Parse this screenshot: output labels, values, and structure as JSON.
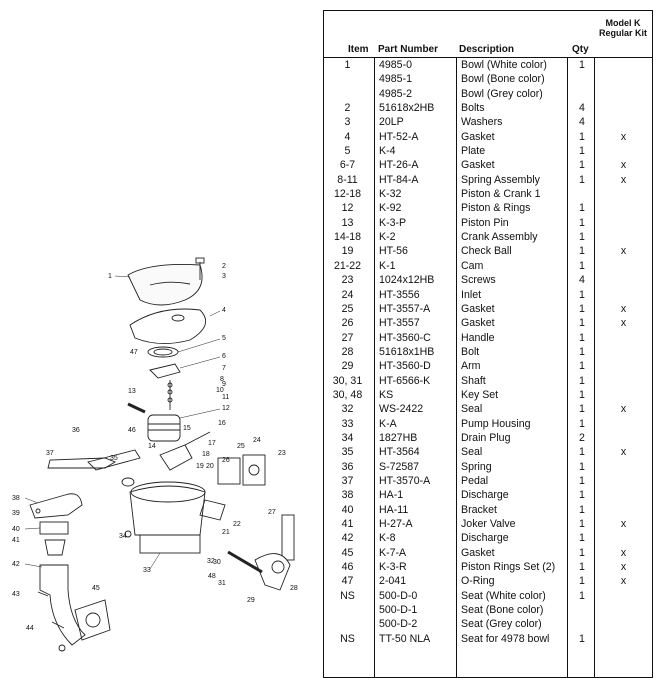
{
  "diagram": {
    "labels": [
      "1",
      "2",
      "3",
      "4",
      "5",
      "47",
      "6",
      "7",
      "8",
      "9",
      "10",
      "11",
      "12",
      "13",
      "46",
      "14",
      "15",
      "16",
      "17",
      "18",
      "19",
      "20",
      "21",
      "22",
      "23",
      "24",
      "25",
      "26",
      "27",
      "28",
      "29",
      "30",
      "31",
      "32",
      "33",
      "34",
      "35",
      "36",
      "37",
      "38",
      "39",
      "40",
      "41",
      "42",
      "43",
      "44",
      "45",
      "48"
    ]
  },
  "table": {
    "headers": {
      "item": "Item",
      "part_number": "Part Number",
      "description": "Description",
      "qty": "Qty",
      "kit": "Model K Regular Kit"
    },
    "rows": [
      {
        "item": "1",
        "part": "4985-0",
        "desc": "Bowl (White color)",
        "qty": "1",
        "kit": ""
      },
      {
        "item": "",
        "part": "4985-1",
        "desc": "Bowl (Bone color)",
        "qty": "",
        "kit": ""
      },
      {
        "item": "",
        "part": "4985-2",
        "desc": "Bowl (Grey color)",
        "qty": "",
        "kit": ""
      },
      {
        "item": "2",
        "part": "51618x2HB",
        "desc": "Bolts",
        "qty": "4",
        "kit": ""
      },
      {
        "item": "3",
        "part": "20LP",
        "desc": "Washers",
        "qty": "4",
        "kit": ""
      },
      {
        "item": "4",
        "part": "HT-52-A",
        "desc": "Gasket",
        "qty": "1",
        "kit": "x"
      },
      {
        "item": "5",
        "part": "K-4",
        "desc": "Plate",
        "qty": "1",
        "kit": ""
      },
      {
        "item": "6-7",
        "part": "HT-26-A",
        "desc": "Gasket",
        "qty": "1",
        "kit": "x"
      },
      {
        "item": "8-11",
        "part": "HT-84-A",
        "desc": "Spring Assembly",
        "qty": "1",
        "kit": "x"
      },
      {
        "item": "12-18",
        "part": "K-32",
        "desc": "Piston & Crank 1",
        "qty": "",
        "kit": ""
      },
      {
        "item": "12",
        "part": "K-92",
        "desc": "Piston & Rings",
        "qty": "1",
        "kit": ""
      },
      {
        "item": "13",
        "part": "K-3-P",
        "desc": "Piston Pin",
        "qty": "1",
        "kit": ""
      },
      {
        "item": "14-18",
        "part": "K-2",
        "desc": "Crank Assembly",
        "qty": "1",
        "kit": ""
      },
      {
        "item": "19",
        "part": "HT-56",
        "desc": "Check Ball",
        "qty": "1",
        "kit": "x"
      },
      {
        "item": "21-22",
        "part": "K-1",
        "desc": "Cam",
        "qty": "1",
        "kit": ""
      },
      {
        "item": "23",
        "part": "1024x12HB",
        "desc": "Screws",
        "qty": "4",
        "kit": ""
      },
      {
        "item": "24",
        "part": "HT-3556",
        "desc": "Inlet",
        "qty": "1",
        "kit": ""
      },
      {
        "item": "25",
        "part": "HT-3557-A",
        "desc": "Gasket",
        "qty": "1",
        "kit": "x"
      },
      {
        "item": "26",
        "part": "HT-3557",
        "desc": "Gasket",
        "qty": "1",
        "kit": "x"
      },
      {
        "item": "27",
        "part": "HT-3560-C",
        "desc": "Handle",
        "qty": "1",
        "kit": ""
      },
      {
        "item": "28",
        "part": "51618x1HB",
        "desc": "Bolt",
        "qty": "1",
        "kit": ""
      },
      {
        "item": "29",
        "part": "HT-3560-D",
        "desc": "Arm",
        "qty": "1",
        "kit": ""
      },
      {
        "item": "30, 31",
        "part": "HT-6566-K",
        "desc": "Shaft",
        "qty": "1",
        "kit": ""
      },
      {
        "item": "30, 48",
        "part": "KS",
        "desc": "Key Set",
        "qty": "1",
        "kit": ""
      },
      {
        "item": "32",
        "part": "WS-2422",
        "desc": "Seal",
        "qty": "1",
        "kit": "x"
      },
      {
        "item": "33",
        "part": "K-A",
        "desc": "Pump Housing",
        "qty": "1",
        "kit": ""
      },
      {
        "item": "34",
        "part": "1827HB",
        "desc": "Drain Plug",
        "qty": "2",
        "kit": ""
      },
      {
        "item": "35",
        "part": "HT-3564",
        "desc": "Seal",
        "qty": "1",
        "kit": "x"
      },
      {
        "item": "36",
        "part": "S-72587",
        "desc": "Spring",
        "qty": "1",
        "kit": ""
      },
      {
        "item": "37",
        "part": "HT-3570-A",
        "desc": "Pedal",
        "qty": "1",
        "kit": ""
      },
      {
        "item": "38",
        "part": "HA-1",
        "desc": "Discharge",
        "qty": "1",
        "kit": ""
      },
      {
        "item": "40",
        "part": "HA-11",
        "desc": "Bracket",
        "qty": "1",
        "kit": ""
      },
      {
        "item": "41",
        "part": "H-27-A",
        "desc": "Joker Valve",
        "qty": "1",
        "kit": "x"
      },
      {
        "item": "42",
        "part": "K-8",
        "desc": "Discharge",
        "qty": "1",
        "kit": ""
      },
      {
        "item": "45",
        "part": "K-7-A",
        "desc": "Gasket",
        "qty": "1",
        "kit": "x"
      },
      {
        "item": "46",
        "part": "K-3-R",
        "desc": "Piston Rings Set (2)",
        "qty": "1",
        "kit": "x"
      },
      {
        "item": "47",
        "part": "2-041",
        "desc": "O-Ring",
        "qty": "1",
        "kit": "x"
      },
      {
        "item": "NS",
        "part": "500-D-0",
        "desc": "Seat (White color)",
        "qty": "1",
        "kit": ""
      },
      {
        "item": "",
        "part": "500-D-1",
        "desc": "Seat (Bone color)",
        "qty": "",
        "kit": ""
      },
      {
        "item": "",
        "part": "500-D-2",
        "desc": "Seat (Grey color)",
        "qty": "",
        "kit": ""
      },
      {
        "item": "NS",
        "part": "TT-50 NLA",
        "desc": "Seat for 4978 bowl",
        "qty": "1",
        "kit": ""
      }
    ]
  }
}
